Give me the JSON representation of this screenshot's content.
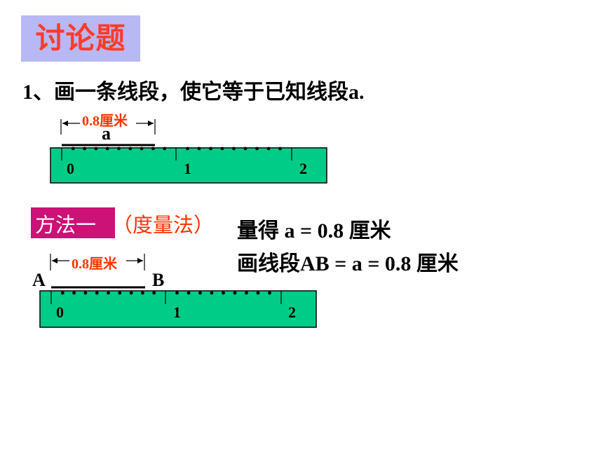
{
  "slide": {
    "title": "讨论题",
    "problem": "1、画一条线段，使它等于已知线段a.",
    "ruler1": {
      "measure_label": "0.8厘米",
      "segment_label": "a",
      "ticks": [
        "0",
        "1",
        "2"
      ]
    },
    "method": {
      "label": "方法一",
      "name": "（度量法）"
    },
    "results": {
      "line1": "量得 a = 0.8 厘米",
      "line2": "画线段AB = a = 0.8 厘米"
    },
    "ruler2": {
      "measure_label": "0.8厘米",
      "point_a": "A",
      "point_b": "B",
      "ticks": [
        "0",
        "1",
        "2"
      ]
    },
    "colors": {
      "ruler_fill": "#00cc88",
      "title_bg": "#b8b8f4",
      "title_text": "#ff3b2b",
      "method_bg": "#cc1177",
      "accent": "#ff3300"
    }
  }
}
